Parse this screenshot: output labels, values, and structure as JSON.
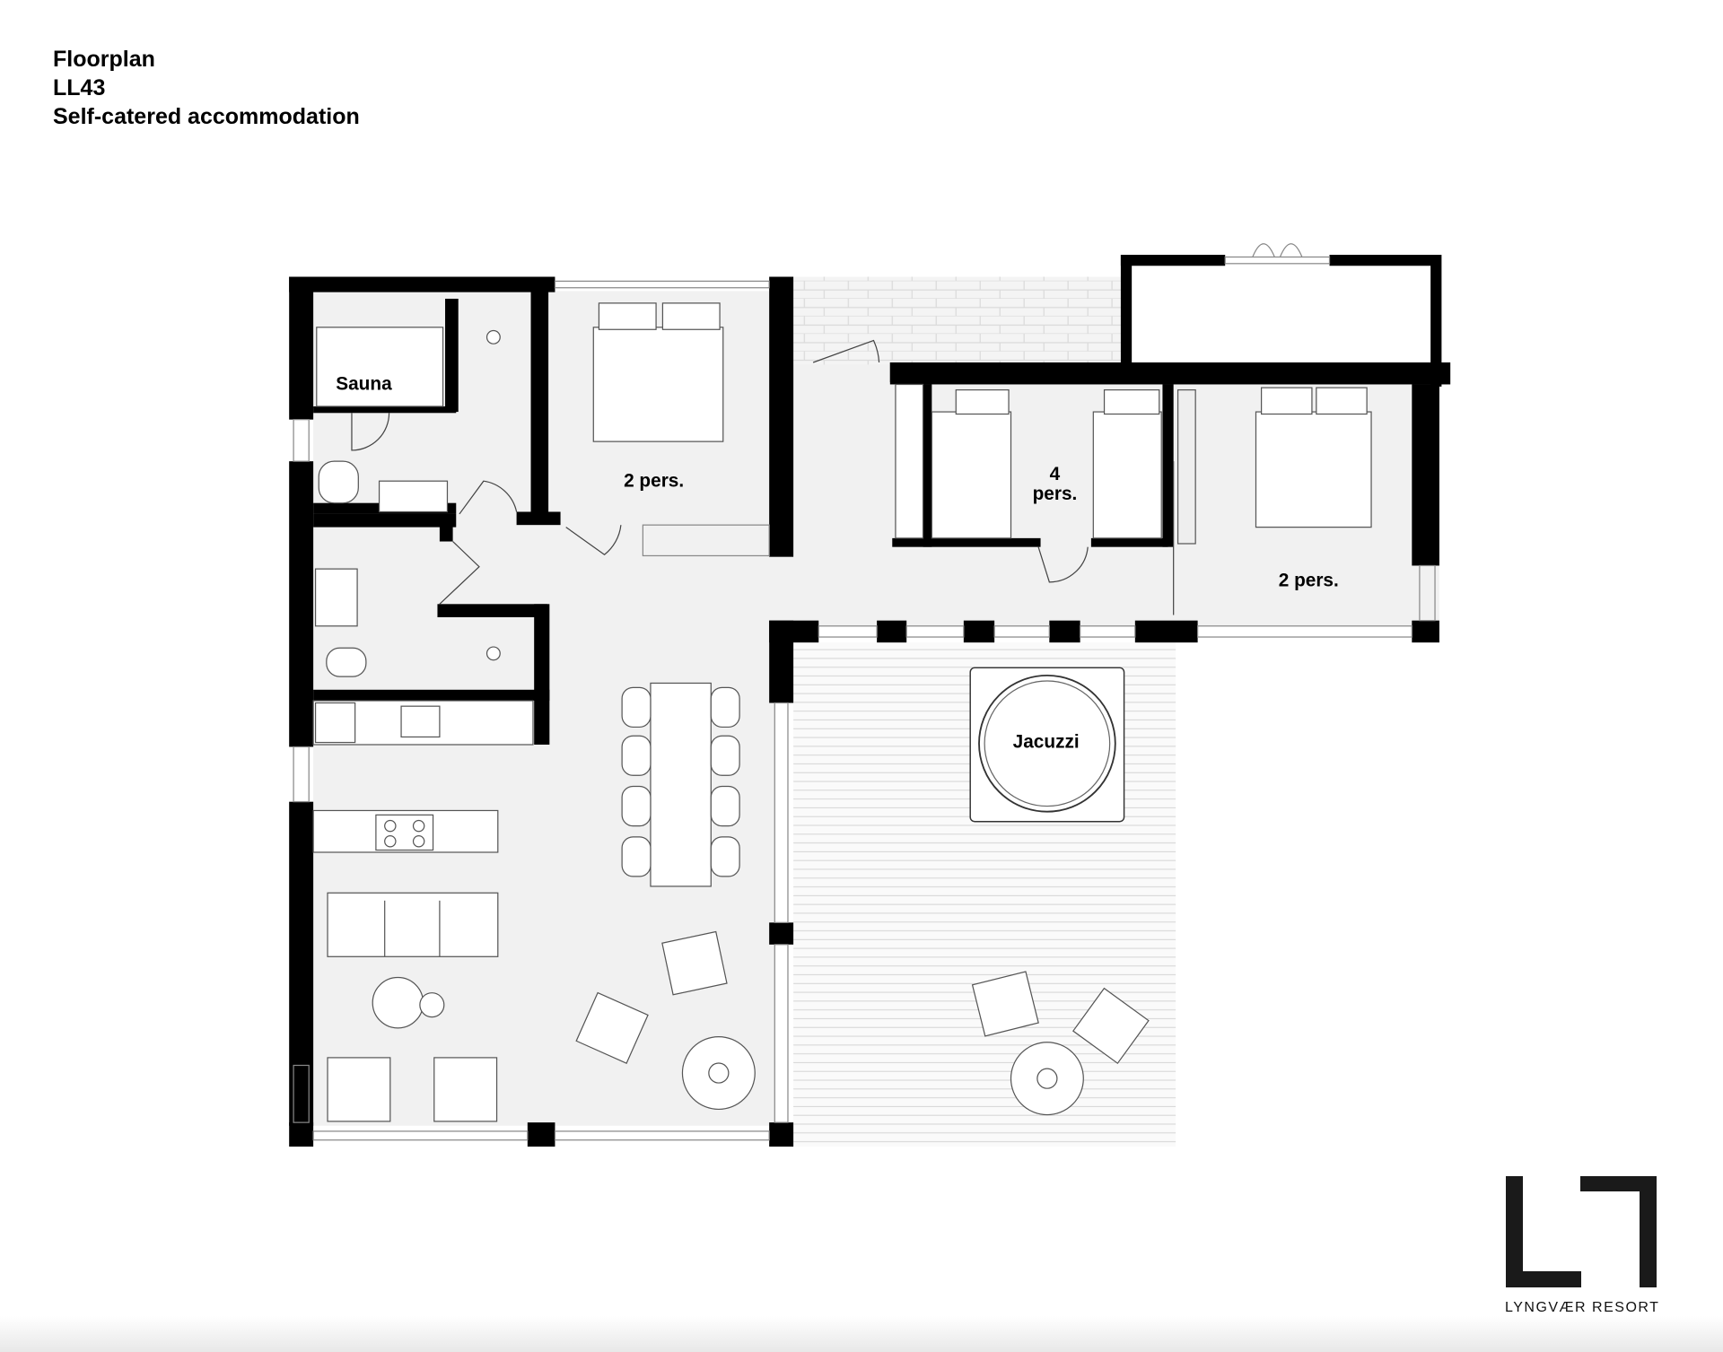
{
  "header": {
    "title": "Floorplan",
    "unit_code": "LL43",
    "subtitle": "Self-catered accommodation"
  },
  "rooms": {
    "sauna": "Sauna",
    "bedroom_1": "2 pers.",
    "bedroom_2_line1": "4",
    "bedroom_2_line2": "pers.",
    "bedroom_3": "2 pers.",
    "jacuzzi": "Jacuzzi"
  },
  "logo": {
    "text": "LYNGVÆR RESORT"
  },
  "colors": {
    "wall": "#000000",
    "floor": "#f1f1f1",
    "deck_line": "#cfcfcf"
  }
}
